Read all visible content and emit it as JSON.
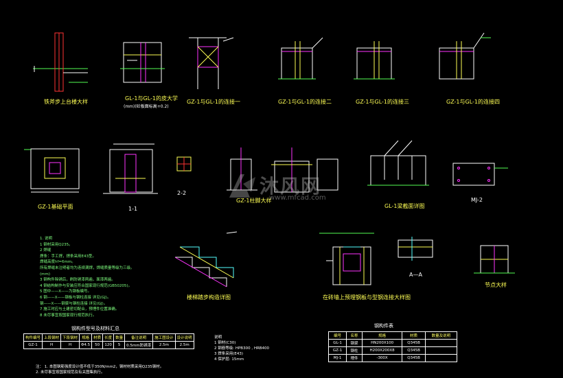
{
  "titles": {
    "d1": "铁斧步上台楼大样",
    "d2": "GL-1与GL-1的皮大学",
    "d2_sub": "(mm)(砼板面标高+0.2)",
    "d3": "GZ-1与GL-1的连接一",
    "d4": "GZ-1与GL-1的连接二",
    "d5": "GZ-1与GL-1的连接三",
    "d6": "GZ-1与GL-1的连接四",
    "d7": "GZ-1基础平面",
    "d8": "1-1",
    "d9": "2-2",
    "d10": "GZ-1柱脚大样",
    "d11": "GL-1梁截面详图",
    "d12": "MJ-2",
    "d13": "楼梯踏步构造详图",
    "d14": "在砖墙上预埋钢板与型钢连接大样图",
    "d15": "A—A",
    "d16": "节点大样"
  },
  "notes": {
    "lines": [
      "1. 说明",
      "  1 钢材采用Q235。",
      "  2 焊缝",
      "    焊条：手工焊，焊条采用E43型。",
      "    焊缝高度hf=6mm。",
      "    所有焊缝未注明者均为连续满焊，焊缝质量等级为三级。",
      "    (mm)",
      "  3 钢构件除锈后，刷防锈漆两遍，面漆两遍。",
      "  4 钢结构制作与安装应符合国家现行规范(GB50205)。",
      "  5 图中——X——为钢板编号。",
      "  6 钢——X——钢板与钢柱连接 详见(GJ)。",
      "     钢——X——钢梁与钢柱连接 详见(GJ)。",
      "  7 施工时应与土建密切配合，预埋件位置准确。",
      "  8 未尽事宜按国家现行规范执行。"
    ]
  },
  "material_table": {
    "title": "钢构件型号及材料汇总",
    "headers": [
      "构件编号",
      "上段钢材",
      "下段钢材",
      "规格",
      "材质",
      "长度",
      "数量",
      "备注说明",
      "施工图设计",
      "设计说明"
    ],
    "rows": [
      [
        "GZ-1",
        "H",
        "H",
        "Φ4.5",
        "50",
        "120",
        "5",
        "0.5mm防锈漆",
        "2.5m",
        "2.5m"
      ]
    ]
  },
  "middle_notes": {
    "lines": [
      "说明",
      "1 钢材(C30)",
      "2 钢筋等级: HPB300 , HRB400",
      "3 焊条采用(E43)",
      "4 保护层: 15mm"
    ]
  },
  "right_table": {
    "title": "钢构件表",
    "headers": [
      "编号",
      "名称",
      "规格",
      "材质",
      "数量及说明"
    ],
    "rows": [
      [
        "GL-1",
        "钢梁",
        "HN200X100",
        "Q345B",
        ""
      ],
      [
        "GZ-1",
        "钢柱",
        "H200X200X8",
        "Q345B",
        ""
      ],
      [
        "MJ-1",
        "埋件",
        "-300X",
        "Q345B",
        ""
      ]
    ]
  },
  "footnotes": {
    "lines": [
      "注：  1. 本图钢筋强度设计值不低于350N/mm2，钢材材质采用Q235钢材。",
      "       2. 未尽事宜按国家规范及有关图集执行。"
    ]
  },
  "watermark": {
    "text": "沐风网",
    "url": "www.mfcad.com"
  },
  "colors": {
    "magenta": "#ff33ff",
    "yellow": "#ffff55",
    "green": "#55ff55",
    "cyan": "#55ffff",
    "red": "#ff3333",
    "white": "#ffffff"
  }
}
